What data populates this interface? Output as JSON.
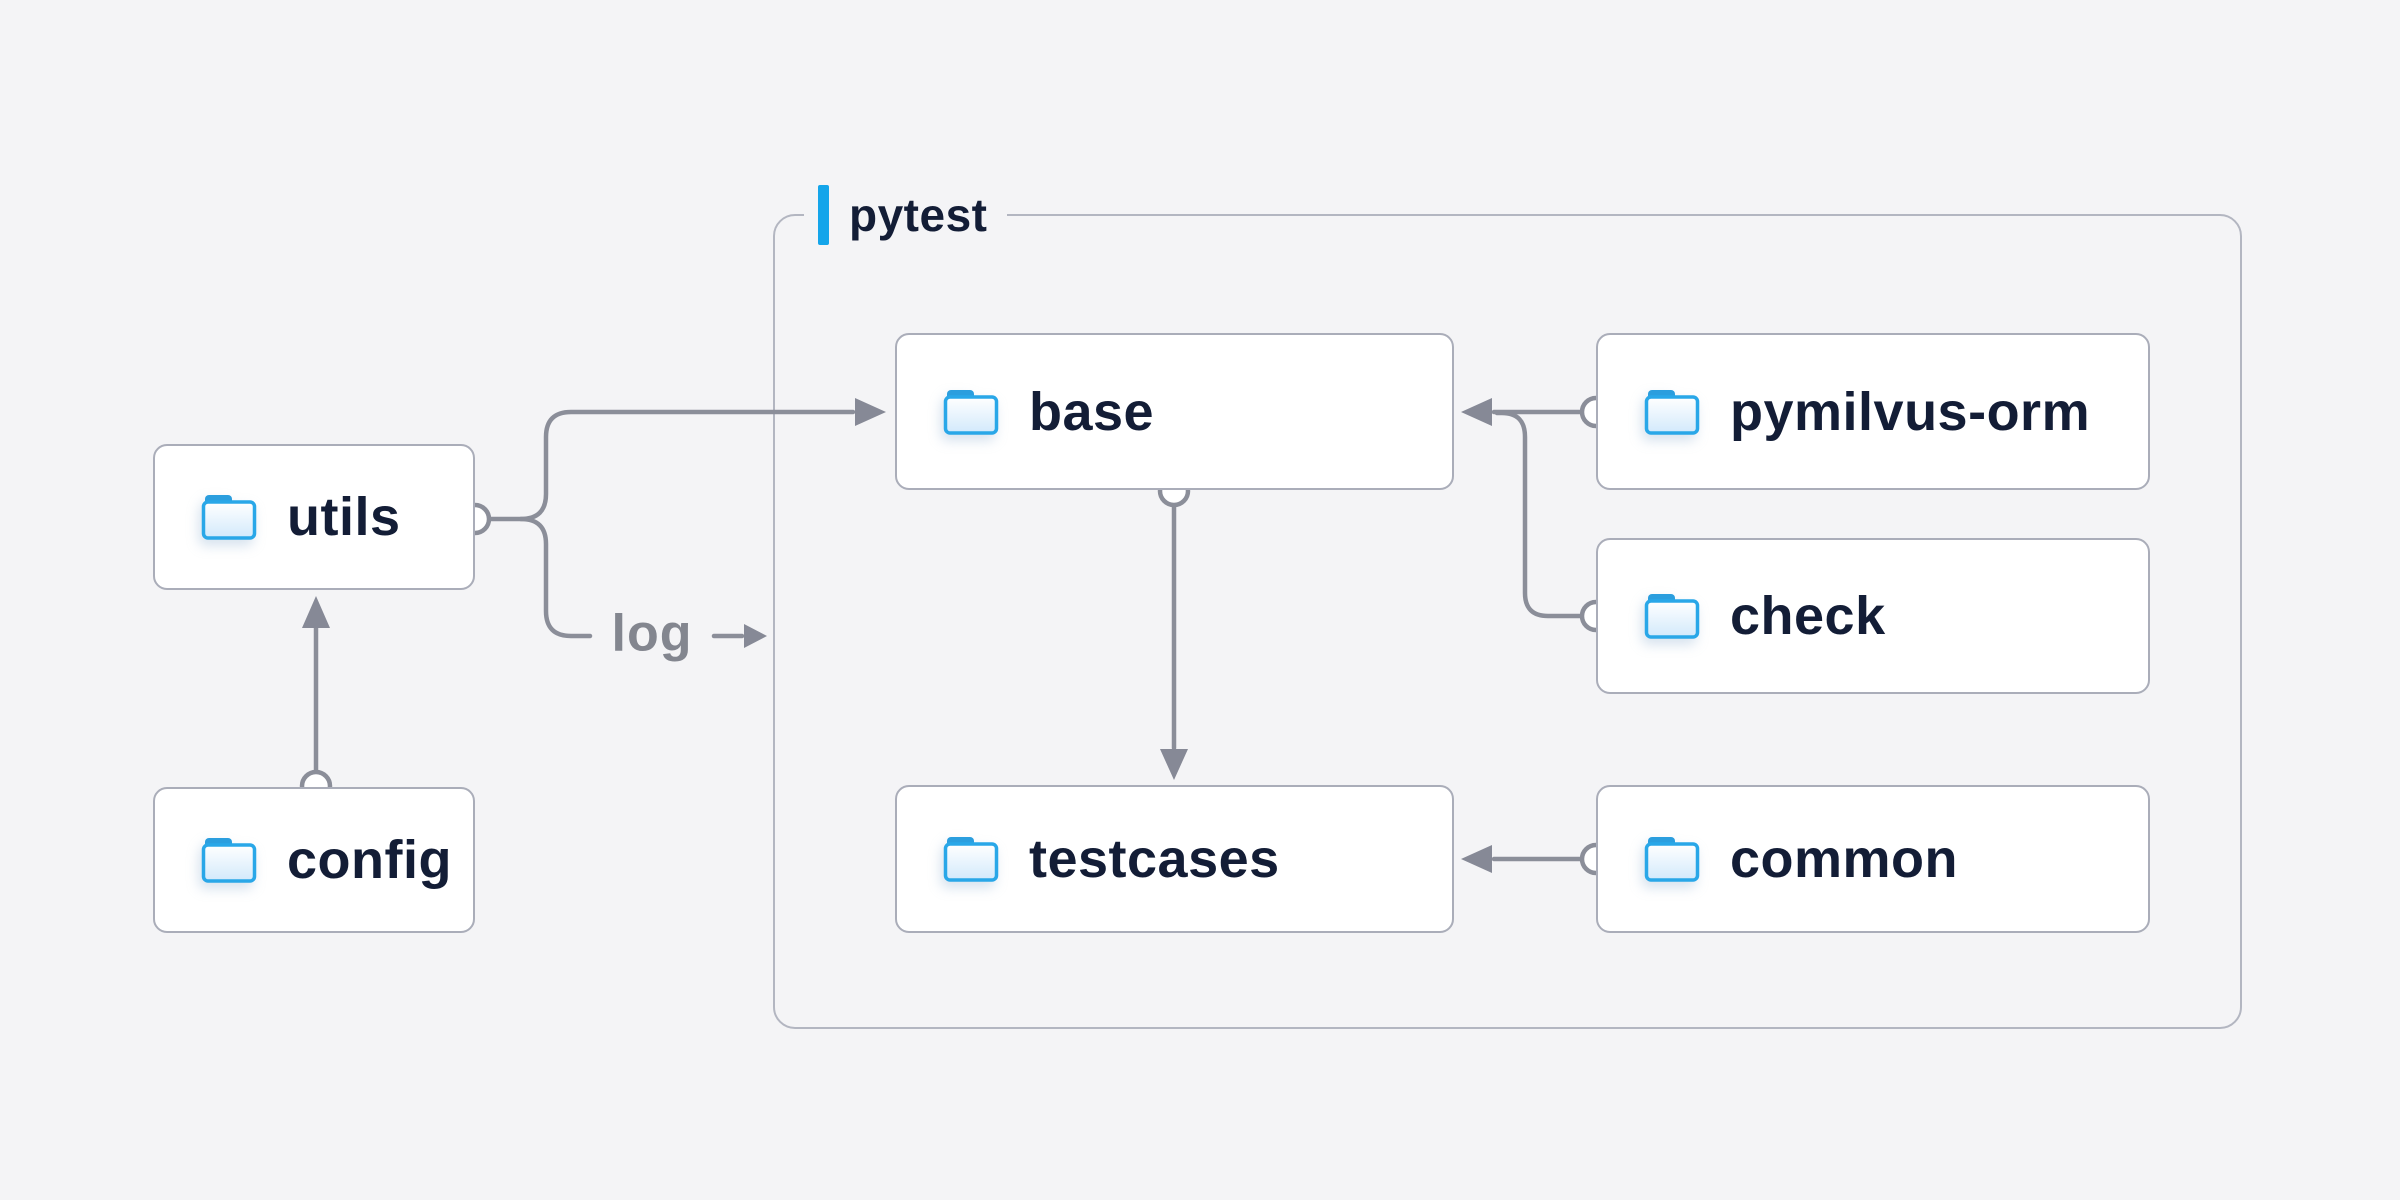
{
  "diagram": {
    "background": "#f4f4f6",
    "container": {
      "label": "pytest",
      "accent_color": "#14a5ea"
    },
    "nodes": [
      {
        "id": "utils",
        "label": "utils"
      },
      {
        "id": "config",
        "label": "config"
      },
      {
        "id": "base",
        "label": "base"
      },
      {
        "id": "pymilvus-orm",
        "label": "pymilvus-orm"
      },
      {
        "id": "check",
        "label": "check"
      },
      {
        "id": "testcases",
        "label": "testcases"
      },
      {
        "id": "common",
        "label": "common"
      }
    ],
    "edges": [
      {
        "from": "config",
        "to": "utils"
      },
      {
        "from": "utils",
        "to": "base"
      },
      {
        "from": "utils",
        "to": "pytest",
        "label": "log"
      },
      {
        "from": "base",
        "to": "testcases"
      },
      {
        "from": "pymilvus-orm",
        "to": "base"
      },
      {
        "from": "check",
        "to": "base"
      },
      {
        "from": "common",
        "to": "testcases"
      }
    ],
    "colors": {
      "node_text": "#131d36",
      "edge": "#8b8e99",
      "node_border": "#aaadb9",
      "container_border": "#b3b6c1",
      "folder_stroke": "#29a7e8",
      "folder_tab": "#2b9ede",
      "edge_label_text": "#83868f"
    }
  }
}
